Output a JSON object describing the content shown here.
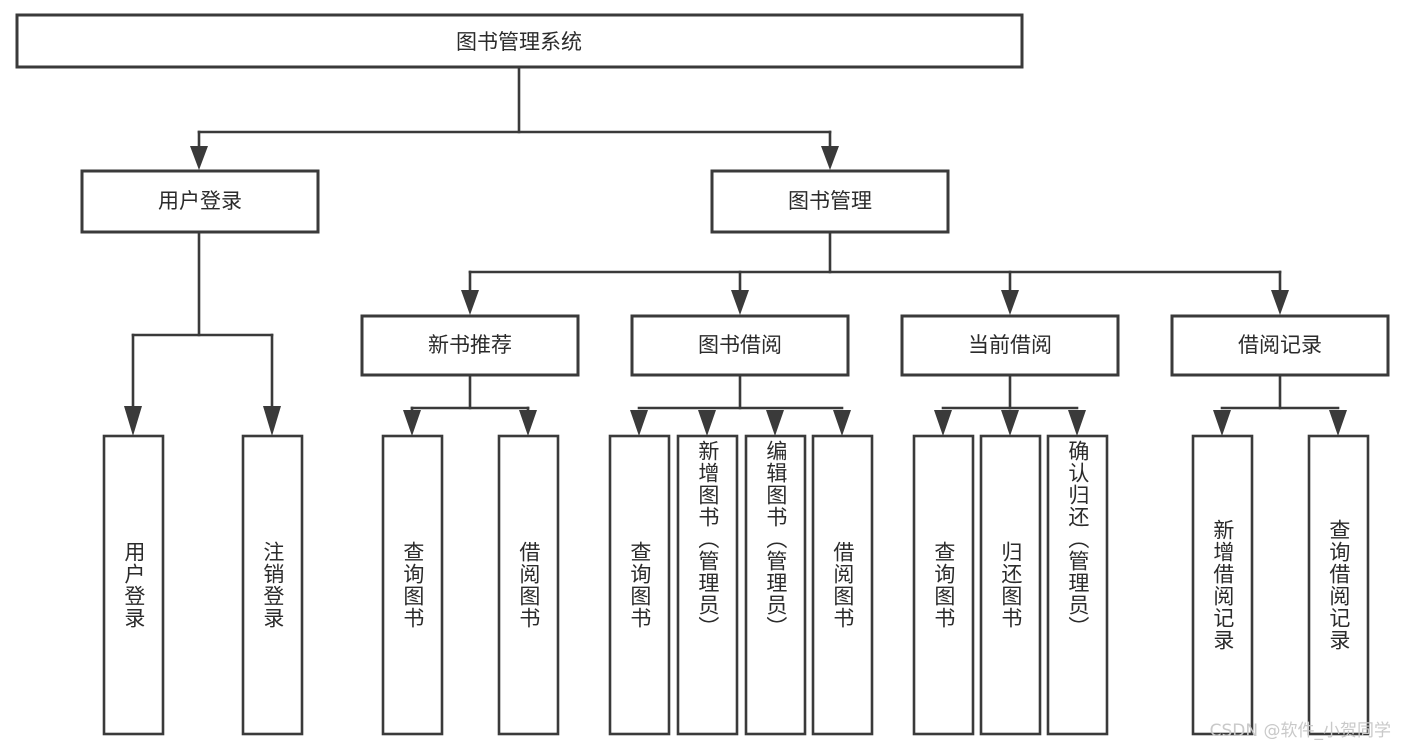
{
  "diagram": {
    "type": "tree",
    "title_node": {
      "label": "图书管理系统"
    },
    "watermark": "CSDN @软件_小贺同学",
    "level2": [
      {
        "id": "user-login",
        "label": "用户登录"
      },
      {
        "id": "book-manage",
        "label": "图书管理"
      }
    ],
    "level3": [
      {
        "id": "new-book-recommend",
        "label": "新书推荐"
      },
      {
        "id": "book-borrow",
        "label": "图书借阅"
      },
      {
        "id": "current-borrow",
        "label": "当前借阅"
      },
      {
        "id": "borrow-record",
        "label": "借阅记录"
      }
    ],
    "leaves": {
      "user_login": [
        {
          "id": "leaf-user-login",
          "label": "用户登录"
        },
        {
          "id": "leaf-logout-login",
          "label": "注销登录"
        }
      ],
      "new_book_recommend": [
        {
          "id": "leaf-query-book-1",
          "label": "查询图书"
        },
        {
          "id": "leaf-borrow-book-1",
          "label": "借阅图书"
        }
      ],
      "book_borrow": [
        {
          "id": "leaf-query-book-2",
          "label": "查询图书"
        },
        {
          "id": "leaf-add-book",
          "label": "新增图书（管理员）"
        },
        {
          "id": "leaf-edit-book",
          "label": "编辑图书（管理员）"
        },
        {
          "id": "leaf-borrow-book-2",
          "label": "借阅图书"
        }
      ],
      "current_borrow": [
        {
          "id": "leaf-query-book-3",
          "label": "查询图书"
        },
        {
          "id": "leaf-return-book",
          "label": "归还图书"
        },
        {
          "id": "leaf-confirm-return",
          "label": "确认归还（管理员）"
        }
      ],
      "borrow_record": [
        {
          "id": "leaf-add-record",
          "label": "新增借阅记录"
        },
        {
          "id": "leaf-query-record",
          "label": "查询借阅记录"
        }
      ]
    },
    "colors": {
      "box_stroke": "#3a3a3a",
      "box_fill": "#ffffff",
      "text": "#2b2b2b",
      "watermark": "#c9c9c9",
      "background": "#ffffff"
    }
  }
}
